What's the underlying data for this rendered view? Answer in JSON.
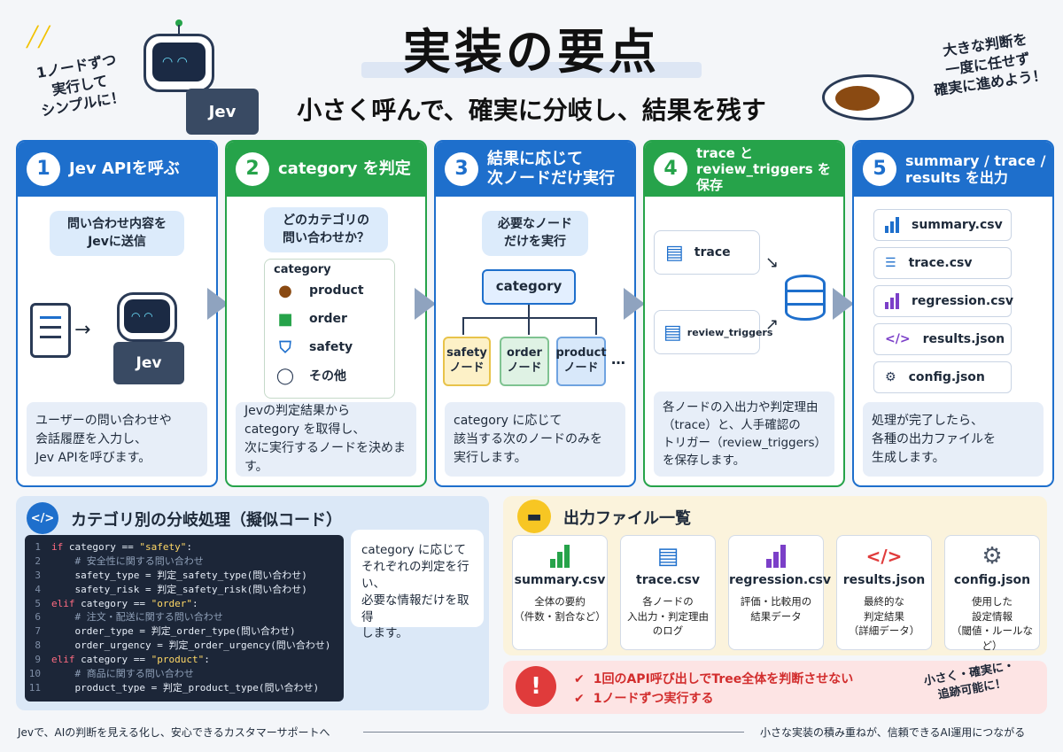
{
  "header": {
    "title": "実装の要点",
    "subtitle": "小さく呼んで、確実に分岐し、結果を残す",
    "note_left": [
      "1ノードずつ",
      "実行して",
      "シンプルに！"
    ],
    "note_right": [
      "大きな判断を",
      "一度に任せず",
      "確実に進めよう！"
    ]
  },
  "steps": [
    {
      "num": "1",
      "title": "Jev APIを呼ぶ",
      "bubble": [
        "問い合わせ内容を",
        "Jevに送信"
      ],
      "laptop": "Jev",
      "desc": [
        "ユーザーの問い合わせや",
        "会話履歴を入力し、",
        "Jev APIを呼びます。"
      ]
    },
    {
      "num": "2",
      "title": "category を判定",
      "bubble": [
        "どのカテゴリの",
        "問い合わせか？"
      ],
      "box_label": "category",
      "categories": [
        {
          "icon": "curry-icon",
          "label": "product"
        },
        {
          "icon": "truck-icon",
          "label": "order"
        },
        {
          "icon": "shield-icon",
          "label": "safety"
        },
        {
          "icon": "chat-bubble-icon",
          "label": "その他"
        }
      ],
      "desc": [
        "Jevの判定結果から",
        "category を取得し、",
        "次に実行するノードを決めます。"
      ]
    },
    {
      "num": "3",
      "title": [
        "結果に応じて",
        "次ノードだけ実行"
      ],
      "bubble": [
        "必要なノード",
        "だけを実行"
      ],
      "root": "category",
      "nodes": [
        [
          "safety",
          "ノード"
        ],
        [
          "order",
          "ノード"
        ],
        [
          "product",
          "ノード"
        ]
      ],
      "more": "…",
      "desc": [
        "category に応じて",
        "該当する次のノードのみを",
        "実行します。"
      ]
    },
    {
      "num": "4",
      "title": [
        "trace と",
        "review_triggers を保存"
      ],
      "items": [
        "trace",
        "review_triggers"
      ],
      "desc": [
        "各ノードの入出力や判定理由",
        "（trace）と、人手確認の",
        "トリガー（review_triggers）",
        "を保存します。"
      ]
    },
    {
      "num": "5",
      "title": [
        "summary / trace /",
        "results を出力"
      ],
      "files": [
        "summary.csv",
        "trace.csv",
        "regression.csv",
        "results.json",
        "config.json"
      ],
      "desc": [
        "処理が完了したら、",
        "各種の出力ファイルを",
        "生成します。"
      ]
    }
  ],
  "code_section": {
    "title": "カテゴリ別の分岐処理（擬似コード）",
    "lines": [
      {
        "n": "1",
        "html": "<span class='kw'>if</span> category == <span class='str'>\"safety\"</span>:"
      },
      {
        "n": "2",
        "html": "    <span class='cm'># 安全性に関する問い合わせ</span>"
      },
      {
        "n": "3",
        "html": "    safety_type = 判定_safety_type(問い合わせ)"
      },
      {
        "n": "4",
        "html": "    safety_risk = 判定_safety_risk(問い合わせ)"
      },
      {
        "n": "5",
        "html": "<span class='kw'>elif</span> category == <span class='str'>\"order\"</span>:"
      },
      {
        "n": "6",
        "html": "    <span class='cm'># 注文・配送に関する問い合わせ</span>"
      },
      {
        "n": "7",
        "html": "    order_type = 判定_order_type(問い合わせ)"
      },
      {
        "n": "8",
        "html": "    order_urgency = 判定_order_urgency(問い合わせ)"
      },
      {
        "n": "9",
        "html": "<span class='kw'>elif</span> category == <span class='str'>\"product\"</span>:"
      },
      {
        "n": "10",
        "html": "    <span class='cm'># 商品に関する問い合わせ</span>"
      },
      {
        "n": "11",
        "html": "    product_type = 判定_product_type(問い合わせ)"
      }
    ],
    "note": [
      "category に応じて",
      "それぞれの判定を行い、",
      "必要な情報だけを取得",
      "します。"
    ]
  },
  "outputs": {
    "title": "出力ファイル一覧",
    "files": [
      {
        "name": "summary.csv",
        "desc": [
          "全体の要約",
          "（件数・割合など）"
        ],
        "color": "#26a34a"
      },
      {
        "name": "trace.csv",
        "desc": [
          "各ノードの",
          "入出力・判定理由",
          "のログ"
        ],
        "color": "#1e6fcc"
      },
      {
        "name": "regression.csv",
        "desc": [
          "評価・比較用の",
          "結果データ"
        ],
        "color": "#7b3fc8"
      },
      {
        "name": "results.json",
        "desc": [
          "最終的な",
          "判定結果",
          "（詳細データ）"
        ],
        "color": "#e03b3b"
      },
      {
        "name": "config.json",
        "desc": [
          "使用した",
          "設定情報",
          "（閾値・ルールなど）"
        ],
        "color": "#4a5566"
      }
    ]
  },
  "warning": {
    "items": [
      "1回のAPI呼び出しでTree全体を判断させない",
      "1ノードずつ実行する"
    ],
    "note": [
      "小さく・確実に・",
      "追跡可能に！"
    ]
  },
  "footer": {
    "left": "Jevで、AIの判断を見える化し、安心できるカスタマーサポートへ",
    "right": "小さな実装の積み重ねが、信頼できるAI運用につながる"
  },
  "colors": {
    "blue": "#1e6fcc",
    "green": "#26a34a",
    "warning_red": "#e03b3b"
  }
}
